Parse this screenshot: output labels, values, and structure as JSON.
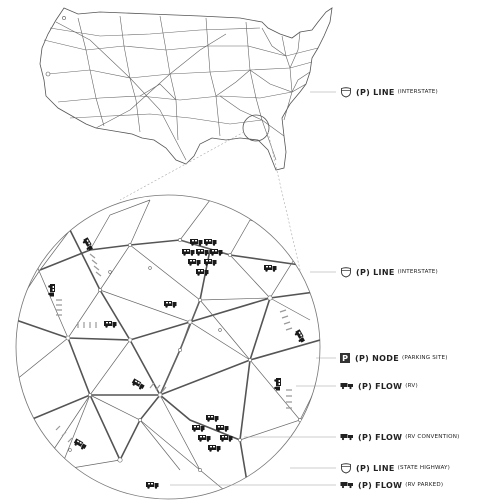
{
  "legend": [
    {
      "id": "interstate-top",
      "icon": "shield-icon",
      "main": "(P) LINE",
      "sub": "(INTERSTATE)"
    },
    {
      "id": "interstate-zoom",
      "icon": "shield-icon",
      "main": "(P) LINE",
      "sub": "(INTERSTATE)"
    },
    {
      "id": "parking-site",
      "icon": "parking-icon",
      "icon_text": "P",
      "main": "(P) NODE",
      "sub": "(PARKING SITE)"
    },
    {
      "id": "rv-flow",
      "icon": "rv-icon",
      "main": "(P) FLOW",
      "sub": "(RV)"
    },
    {
      "id": "rv-convention",
      "icon": "rv-icon",
      "main": "(P) FLOW",
      "sub": "(RV CONVENTION)"
    },
    {
      "id": "state-highway",
      "icon": "shield-icon",
      "main": "(P) LINE",
      "sub": "(STATE HIGHWAY)"
    },
    {
      "id": "rv-parked",
      "icon": "rv-icon",
      "main": "(P) FLOW",
      "sub": "(RV PARKED)"
    }
  ],
  "colors": {
    "line": "#444444",
    "light_line": "#9a9a9a",
    "rv": "#1a1a1a",
    "text": "#222222"
  }
}
